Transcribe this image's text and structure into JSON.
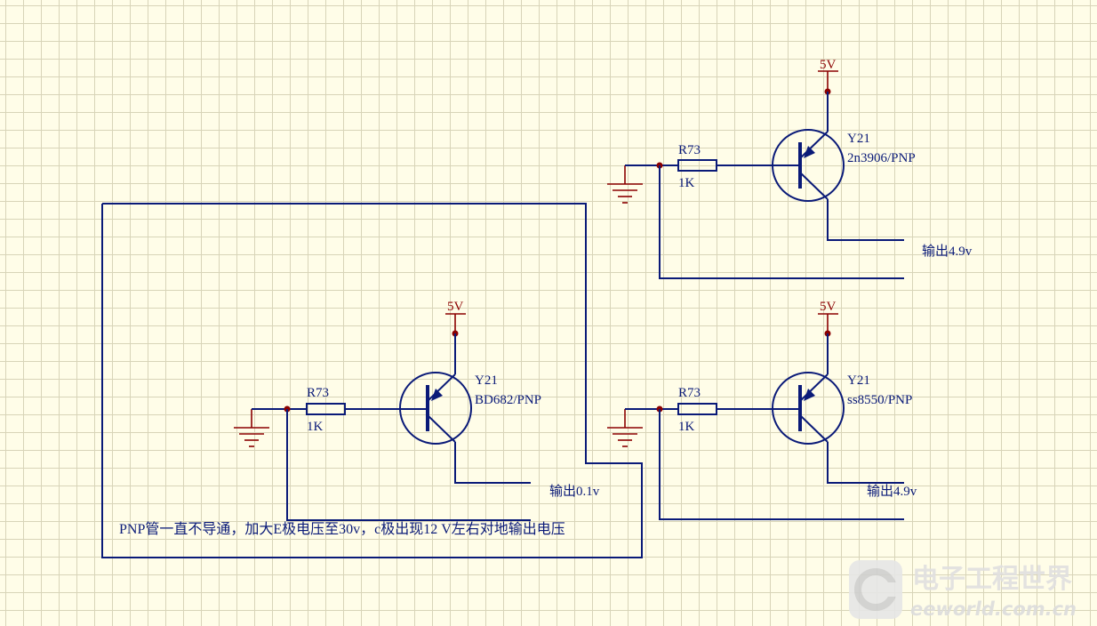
{
  "circuits": {
    "top_right": {
      "supply": "5V",
      "resistor_ref": "R73",
      "resistor_value": "1K",
      "transistor_ref": "Y21",
      "transistor_part": "2n3906/PNP",
      "output": "输出4.9v"
    },
    "left": {
      "supply": "5V",
      "resistor_ref": "R73",
      "resistor_value": "1K",
      "transistor_ref": "Y21",
      "transistor_part": "BD682/PNP",
      "output": "输出0.1v"
    },
    "bottom_right": {
      "supply": "5V",
      "resistor_ref": "R73",
      "resistor_value": "1K",
      "transistor_ref": "Y21",
      "transistor_part": "ss8550/PNP",
      "output": "输出4.9v"
    }
  },
  "note": "PNP管一直不导通，加大E极电压至30v，c极出现12 V左右对地输出电压",
  "watermark": {
    "cn": "电子工程世界",
    "en": "eeworld.com.cn"
  },
  "colors": {
    "wire": "#0a1a78",
    "power": "#8b0000",
    "grid_background": "#fffde8",
    "grid_lines": "#d8d4b8"
  }
}
